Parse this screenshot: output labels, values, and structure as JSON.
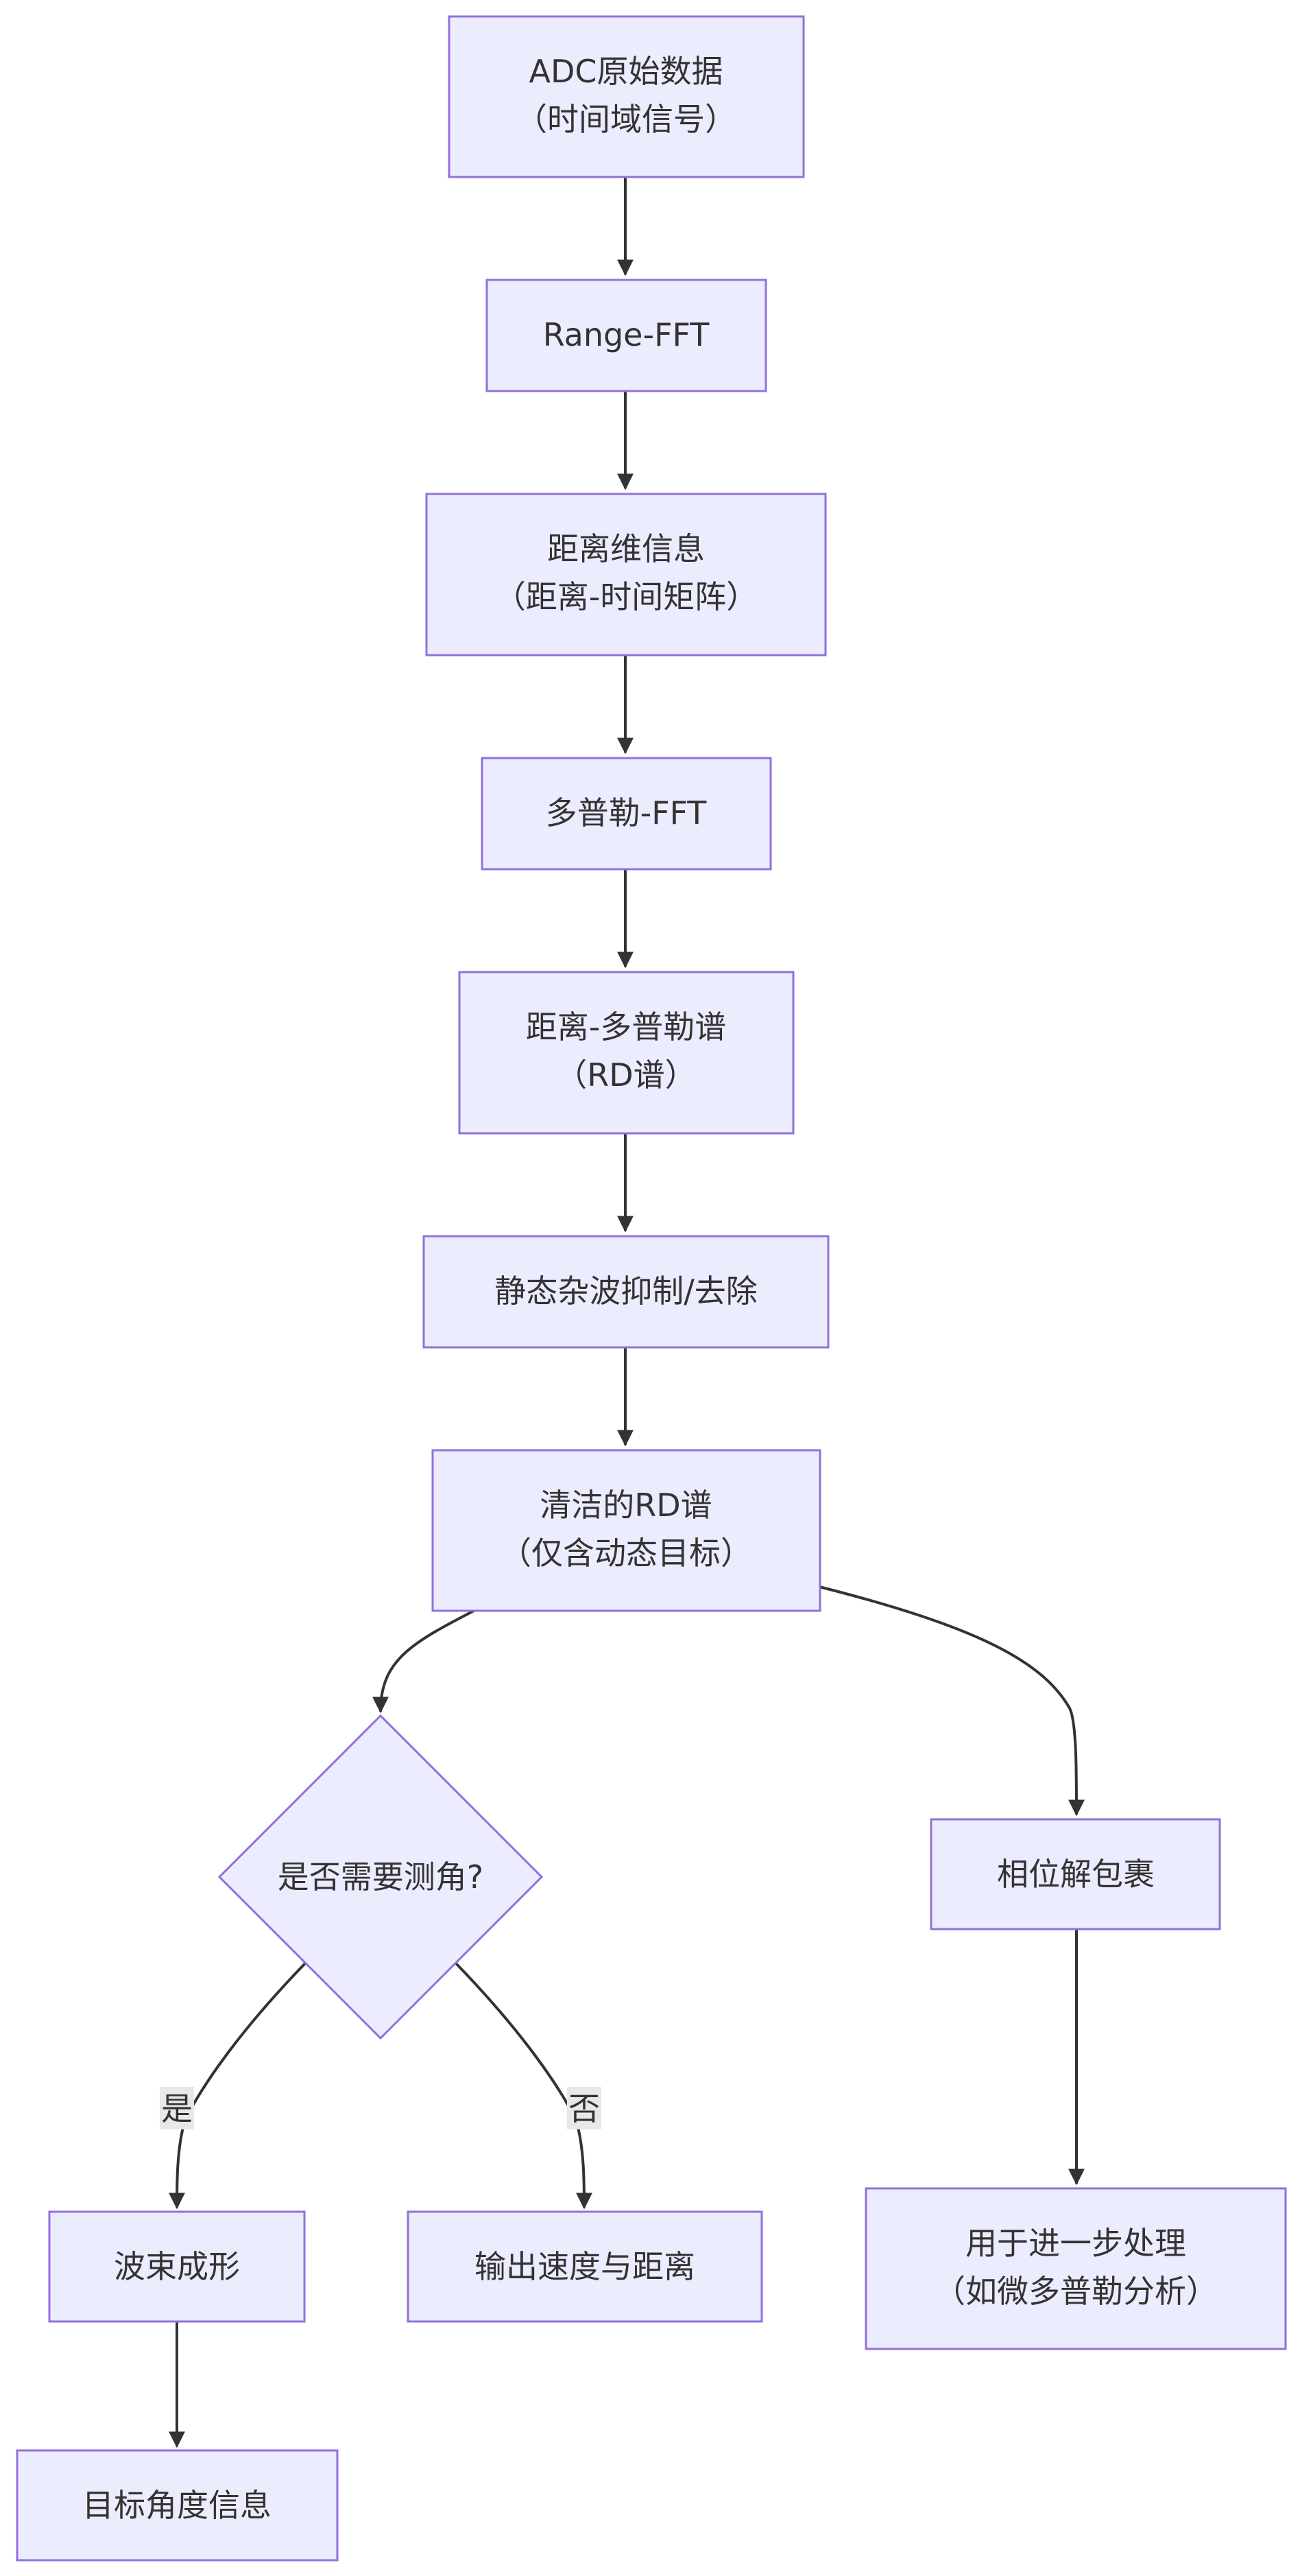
{
  "nodes": {
    "adc": {
      "line1": "ADC原始数据",
      "line2": "（时间域信号）"
    },
    "range_fft": {
      "line1": "Range-FFT"
    },
    "range_info": {
      "line1": "距离维信息",
      "line2": "（距离-时间矩阵）"
    },
    "doppler_fft": {
      "line1": "多普勒-FFT"
    },
    "rd_spectrum": {
      "line1": "距离-多普勒谱",
      "line2": "（RD谱）"
    },
    "clutter": {
      "line1": "静态杂波抑制/去除"
    },
    "clean_rd": {
      "line1": "清洁的RD谱",
      "line2": "（仅含动态目标）"
    },
    "need_angle": {
      "line1": "是否需要测角?"
    },
    "phase_unwrap": {
      "line1": "相位解包裹"
    },
    "beamforming": {
      "line1": "波束成形"
    },
    "output_vr": {
      "line1": "输出速度与距离"
    },
    "further": {
      "line1": "用于进一步处理",
      "line2": "（如微多普勒分析）"
    },
    "angle_info": {
      "line1": "目标角度信息"
    }
  },
  "edge_labels": {
    "yes": "是",
    "no": "否"
  },
  "colors": {
    "node_fill": "#ececff",
    "node_stroke": "#9370db",
    "edge": "#333333",
    "text": "#333333"
  }
}
